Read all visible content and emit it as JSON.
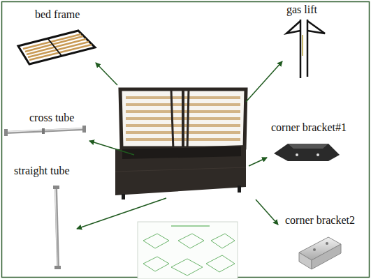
{
  "diagram": {
    "labels": [
      "bed frame",
      "gas lift",
      "cross tube",
      "corner bracket#1",
      "straight tube",
      "corner bracket2"
    ]
  }
}
